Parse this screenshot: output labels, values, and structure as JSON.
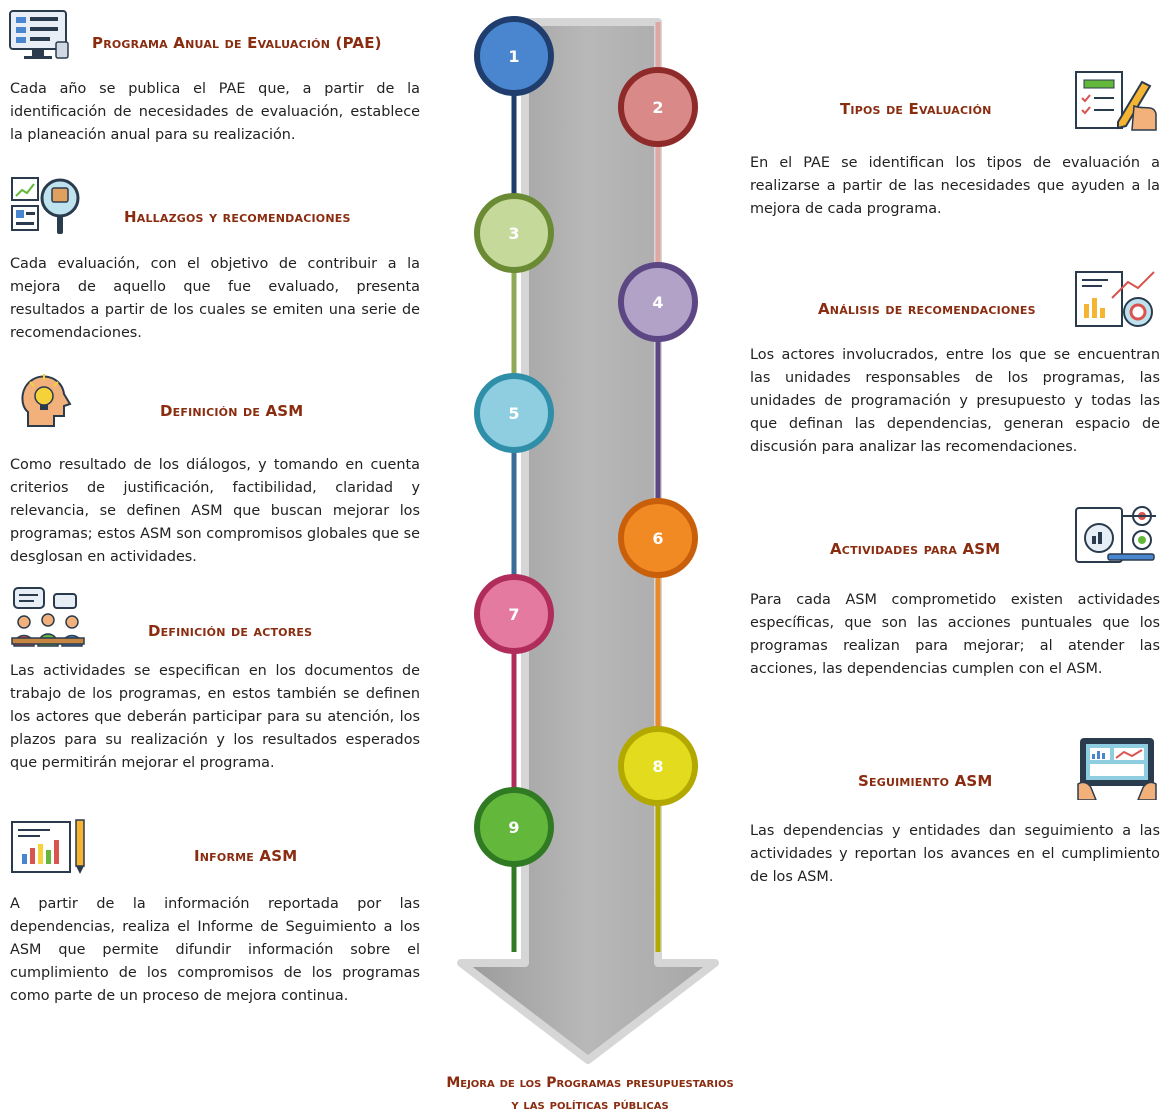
{
  "left_steps": [
    {
      "title": "Programa Anual de Evaluación (PAE)",
      "text": "Cada año se publica el PAE que, a partir de la identificación de necesidades de evaluación, establece la planeación anual para su realización.",
      "icon": "monitor-code-icon"
    },
    {
      "title": "Hallazgos y recomendaciones",
      "text": "Cada evaluación, con el objetivo de contribuir a la mejora de aquello que fue evaluado, presenta resultados a partir de los cuales se emiten una serie de recomendaciones.",
      "icon": "magnifier-report-icon"
    },
    {
      "title": "Definición de ASM",
      "text": "Como resultado de los diálogos, y tomando en cuenta criterios de justificación, factibilidad, claridad y relevancia, se definen ASM que buscan mejorar los programas; estos ASM son compromisos globales que se desglosan en actividades.",
      "icon": "head-lightbulb-icon"
    },
    {
      "title": "Definición de actores",
      "text": "Las actividades se especifican en los documentos de trabajo de los programas, en estos también se definen los actores que deberán participar para su atención, los plazos para su realización y los resultados esperados que permitirán mejorar el programa.",
      "icon": "people-dialogue-icon"
    },
    {
      "title": "Informe ASM",
      "text": "A partir de la información reportada por las dependencias, realiza el Informe de Seguimiento a los ASM que permite difundir información sobre el cumplimiento de los compromisos de los programas como parte de un proceso de mejora continua.",
      "icon": "report-chart-icon"
    }
  ],
  "right_steps": [
    {
      "title": "Tipos de Evaluación",
      "text": "En el PAE se identifican los tipos de evaluación a realizarse a partir de las necesidades que ayuden a la mejora de cada programa.",
      "icon": "checklist-pen-icon"
    },
    {
      "title": "Análisis de recomendaciones",
      "text": "Los actores involucrados, entre los que se encuentran las unidades responsables de los programas, las unidades de programación y presupuesto y todas las que definan las dependencias, generan espacio de discusión para analizar las recomendaciones.",
      "icon": "analytics-chart-icon"
    },
    {
      "title": "Actividades para ASM",
      "text": "Para cada ASM comprometido existen actividades específicas, que son las acciones puntuales que los programas realizan para mejorar; al atender las acciones, las dependencias cumplen con el ASM.",
      "icon": "target-tools-icon"
    },
    {
      "title": "Seguimiento ASM",
      "text": "Las dependencias y entidades dan seguimiento a las actividades y reportan los avances en el cumplimiento de los ASM.",
      "icon": "tablet-dashboard-icon"
    }
  ],
  "steps": [
    {
      "n": "1",
      "color": "#4a86d0",
      "ring": "#1f3e6e"
    },
    {
      "n": "2",
      "color": "#d98a88",
      "ring": "#8e2a2a"
    },
    {
      "n": "3",
      "color": "#c4d99a",
      "ring": "#6a8a34"
    },
    {
      "n": "4",
      "color": "#b3a2c8",
      "ring": "#5c4784"
    },
    {
      "n": "5",
      "color": "#8fcde0",
      "ring": "#2f8ea8"
    },
    {
      "n": "6",
      "color": "#f28a24",
      "ring": "#c95f0a"
    },
    {
      "n": "7",
      "color": "#e47aa0",
      "ring": "#b02c5a"
    },
    {
      "n": "8",
      "color": "#e3dc1e",
      "ring": "#b3a800"
    },
    {
      "n": "9",
      "color": "#63b83c",
      "ring": "#2f7a22"
    }
  ],
  "final": {
    "line1": "Mejora de los Programas presupuestarios",
    "line2": "y las políticas públicas"
  }
}
